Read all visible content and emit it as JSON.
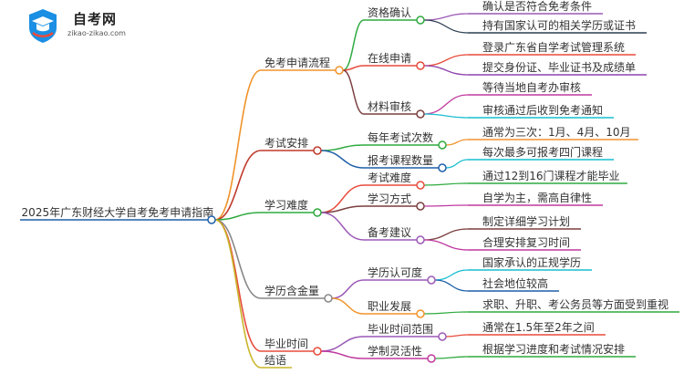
{
  "logo": {
    "title": "自考网",
    "subtitle": "zikao-zikao.com",
    "colors": [
      "#1a8fe3",
      "#e94b3c"
    ]
  },
  "root": {
    "label": "2025年广东财经大学自考免考申请指南",
    "color": "#1f5fa8"
  },
  "branches": [
    {
      "label": "免考申请流程",
      "color": "#f0932b",
      "children": [
        {
          "label": "资格确认",
          "color": "#2eaa3f",
          "leaves": [
            {
              "label": "确认是否符合免考条件",
              "color": "#9b59b6"
            },
            {
              "label": "持有国家认可的相关学历或证书",
              "color": "#2c3e50"
            }
          ]
        },
        {
          "label": "在线申请",
          "color": "#e74c3c",
          "leaves": [
            {
              "label": "登录广东省自学考试管理系统",
              "color": "#e74c3c"
            },
            {
              "label": "提交身份证、毕业证书及成绩单",
              "color": "#8e44ad"
            }
          ]
        },
        {
          "label": "材料审核",
          "color": "#7b3f3f",
          "leaves": [
            {
              "label": "等待当地自考办审核",
              "color": "#c0399f"
            },
            {
              "label": "审核通过后收到免考通知",
              "color": "#17becf"
            }
          ]
        }
      ]
    },
    {
      "label": "考试安排",
      "color": "#c0392b",
      "children": [
        {
          "label": "每年考试次数",
          "color": "#2eaa3f",
          "leaves": [
            {
              "label": "通常为三次：1月、4月、10月",
              "color": "#f0932b"
            }
          ]
        },
        {
          "label": "报考课程数量",
          "color": "#1f5fa8",
          "leaves": [
            {
              "label": "每次最多可报考四门课程",
              "color": "#17becf"
            }
          ]
        }
      ]
    },
    {
      "label": "学习难度",
      "color": "#2eaa3f",
      "children": [
        {
          "label": "考试难度",
          "color": "#e74c3c",
          "leaves": [
            {
              "label": "通过12到16门课程才能毕业",
              "color": "#2eaa3f"
            }
          ]
        },
        {
          "label": "学习方式",
          "color": "#7b3f3f",
          "leaves": [
            {
              "label": "自学为主，需高自律性",
              "color": "#c0399f"
            }
          ]
        },
        {
          "label": "备考建议",
          "color": "#9b59b6",
          "leaves": [
            {
              "label": "制定详细学习计划",
              "color": "#7b3f3f"
            },
            {
              "label": "合理安排复习时间",
              "color": "#c0399f"
            }
          ]
        }
      ]
    },
    {
      "label": "学历含金量",
      "color": "#888888",
      "children": [
        {
          "label": "学历认可度",
          "color": "#9b59b6",
          "leaves": [
            {
              "label": "国家承认的正规学历",
              "color": "#17becf"
            },
            {
              "label": "社会地位较高",
              "color": "#1f5fa8"
            }
          ]
        },
        {
          "label": "职业发展",
          "color": "#f0932b",
          "leaves": [
            {
              "label": "求职、升职、考公务员等方面受到重视",
              "color": "#2eaa3f"
            }
          ]
        }
      ]
    },
    {
      "label": "毕业时间",
      "color": "#e74c3c",
      "children": [
        {
          "label": "毕业时间范围",
          "color": "#9b59b6",
          "leaves": [
            {
              "label": "通常在1.5年至2年之间",
              "color": "#e74c3c"
            }
          ]
        },
        {
          "label": "学制灵活性",
          "color": "#c0399f",
          "leaves": [
            {
              "label": "根据学习进度和考试情况安排",
              "color": "#2eaa3f"
            }
          ]
        }
      ]
    },
    {
      "label": "结语",
      "color": "#c9b52a",
      "children": []
    }
  ]
}
